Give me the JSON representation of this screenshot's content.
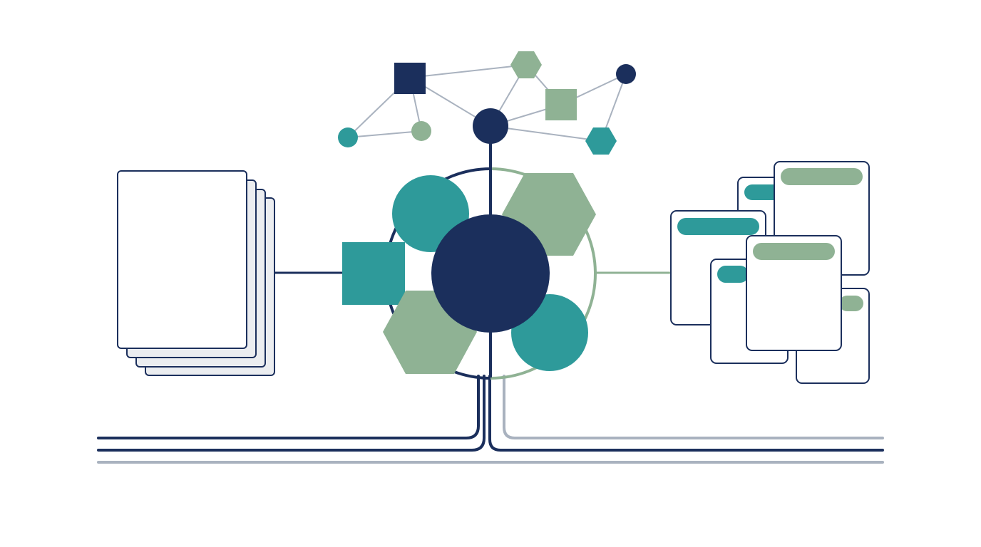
{
  "palette": {
    "navy": "#1b2f5c",
    "teal": "#2e9a9a",
    "sage": "#8fb294",
    "gray": "#a9b2bf",
    "sheet_fill": "#ebedf0",
    "card_fill": "#ffffff",
    "background": "#ffffff"
  },
  "diagram": {
    "kind": "abstract flow illustration without text",
    "network_nodes": [
      {
        "id": "n-square-navy",
        "shape": "square",
        "color": "navy"
      },
      {
        "id": "n-hex-top",
        "shape": "hexagon",
        "color": "sage"
      },
      {
        "id": "n-dot-right",
        "shape": "circle",
        "color": "navy"
      },
      {
        "id": "n-square-sage",
        "shape": "square",
        "color": "sage"
      },
      {
        "id": "n-hub",
        "shape": "circle",
        "color": "navy"
      },
      {
        "id": "n-hex-teal",
        "shape": "hexagon",
        "color": "teal"
      },
      {
        "id": "n-dot-teal",
        "shape": "circle",
        "color": "teal"
      },
      {
        "id": "n-dot-sage",
        "shape": "circle",
        "color": "sage"
      }
    ],
    "network_links": [
      [
        "n-square-navy",
        "n-hex-top"
      ],
      [
        "n-square-navy",
        "n-dot-teal"
      ],
      [
        "n-square-navy",
        "n-dot-sage"
      ],
      [
        "n-square-navy",
        "n-hub"
      ],
      [
        "n-dot-teal",
        "n-dot-sage"
      ],
      [
        "n-hex-top",
        "n-hub"
      ],
      [
        "n-hex-top",
        "n-square-sage"
      ],
      [
        "n-hub",
        "n-square-sage"
      ],
      [
        "n-square-sage",
        "n-dot-right"
      ],
      [
        "n-dot-right",
        "n-hex-teal"
      ],
      [
        "n-hub",
        "n-hex-teal"
      ]
    ],
    "input_stack": {
      "sheet_count": 4
    },
    "output_cards": [
      {
        "id": "card-1",
        "bar_color": "teal"
      },
      {
        "id": "card-2",
        "bar_color": "sage"
      },
      {
        "id": "card-3",
        "bar_color": "teal"
      },
      {
        "id": "card-4",
        "bar_color": "sage"
      },
      {
        "id": "card-5",
        "bar_color": "teal"
      },
      {
        "id": "card-6",
        "bar_color": "sage"
      }
    ],
    "bottom_lines": [
      {
        "id": "line-top",
        "color": "navy"
      },
      {
        "id": "line-middle",
        "color": "navy"
      },
      {
        "id": "line-bottom",
        "color": "gray"
      }
    ]
  }
}
